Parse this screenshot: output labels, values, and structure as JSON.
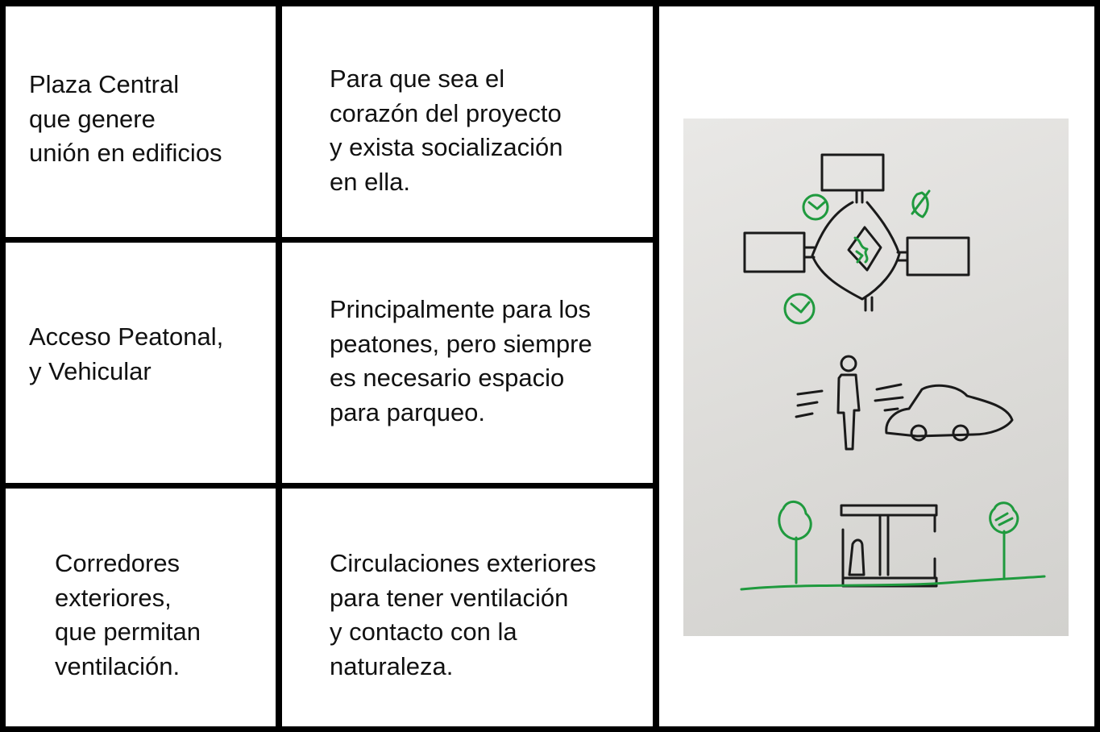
{
  "rows": [
    {
      "left": "Plaza Central\nque genere\nunión en edificios",
      "right": "Para que sea el\ncorazón del proyecto\ny exista socialización\nen ella."
    },
    {
      "left": "Acceso Peatonal,\ny Vehicular",
      "right": "Principalmente para los\npeatones, pero siempre\nes necesario espacio\npara parqueo."
    },
    {
      "left": "Corredores\nexteriores,\nque permitan\nventilación.",
      "right": "Circulaciones exteriores\npara tener ventilación\ny contacto con la\nnaturaleza."
    }
  ],
  "sketch": {
    "colors": {
      "ink": "#1a1a1a",
      "green": "#1f9a3e",
      "paper": "#dedcd9"
    }
  }
}
